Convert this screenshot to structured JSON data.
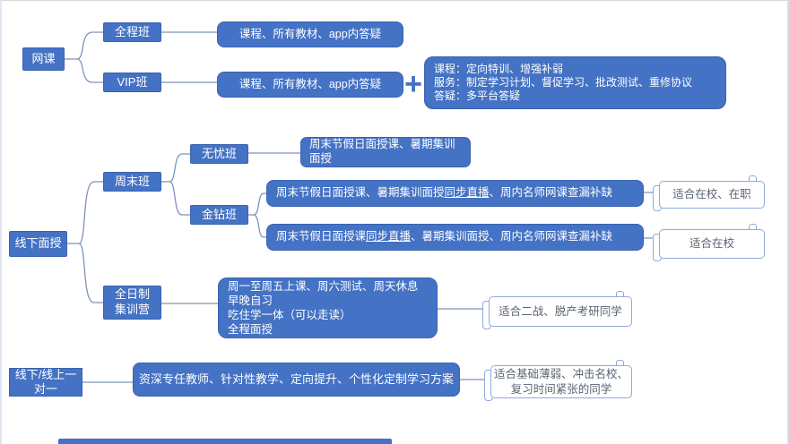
{
  "colors": {
    "node_blue": "#4472C4",
    "node_border": "#3A63B0",
    "scroll_border": "#8FAADC",
    "scroll_text": "#5A6472",
    "connector": "#7E93B8"
  },
  "icons": {
    "plus": "+"
  },
  "tree": {
    "online": {
      "root_label": "网课",
      "full_course": {
        "label": "全程班",
        "content": "课程、所有教材、app内答疑"
      },
      "vip": {
        "label": "VIP班",
        "content": "课程、所有教材、app内答疑",
        "extra_lines": [
          "课程：定向特训、增强补弱",
          "服务：制定学习计划、督促学习、批改测试、重修协议",
          "答疑：多平台答疑"
        ]
      }
    },
    "offline": {
      "root_label": "线下面授",
      "weekend": {
        "label": "周末班",
        "wuyou": {
          "label": "无忧班",
          "content": "周末节假日面授课、暑期集训\n面授"
        },
        "jinzuan": {
          "label": "金钻班",
          "box1_parts": [
            {
              "text": "周末节假日面授课、暑期集训面授"
            },
            {
              "text": "同步直播",
              "underline": true
            },
            {
              "text": "、周内名师网课查漏补缺"
            }
          ],
          "box2_parts": [
            {
              "text": "周末节假日面授课"
            },
            {
              "text": "同步直播",
              "underline": true
            },
            {
              "text": "、暑期集训面授、周内名师网课查漏补缺"
            }
          ],
          "note1": "适合在校、在职",
          "note2": "适合在校"
        }
      },
      "fulltime": {
        "label": "全日制\n集训营",
        "content_lines": [
          "周一至周五上课、周六测试、周天休息",
          "早晚自习",
          "吃住学一体（可以走读）",
          "全程面授"
        ],
        "note": "适合二战、脱产考研同学"
      }
    },
    "one_on_one": {
      "root_label": "线下/线上一\n对一",
      "content": "资深专任教师、针对性教学、定向提升、个性化定制学习方案",
      "note": "适合基础薄弱、冲击名校、\n复习时间紧张的同学"
    }
  }
}
